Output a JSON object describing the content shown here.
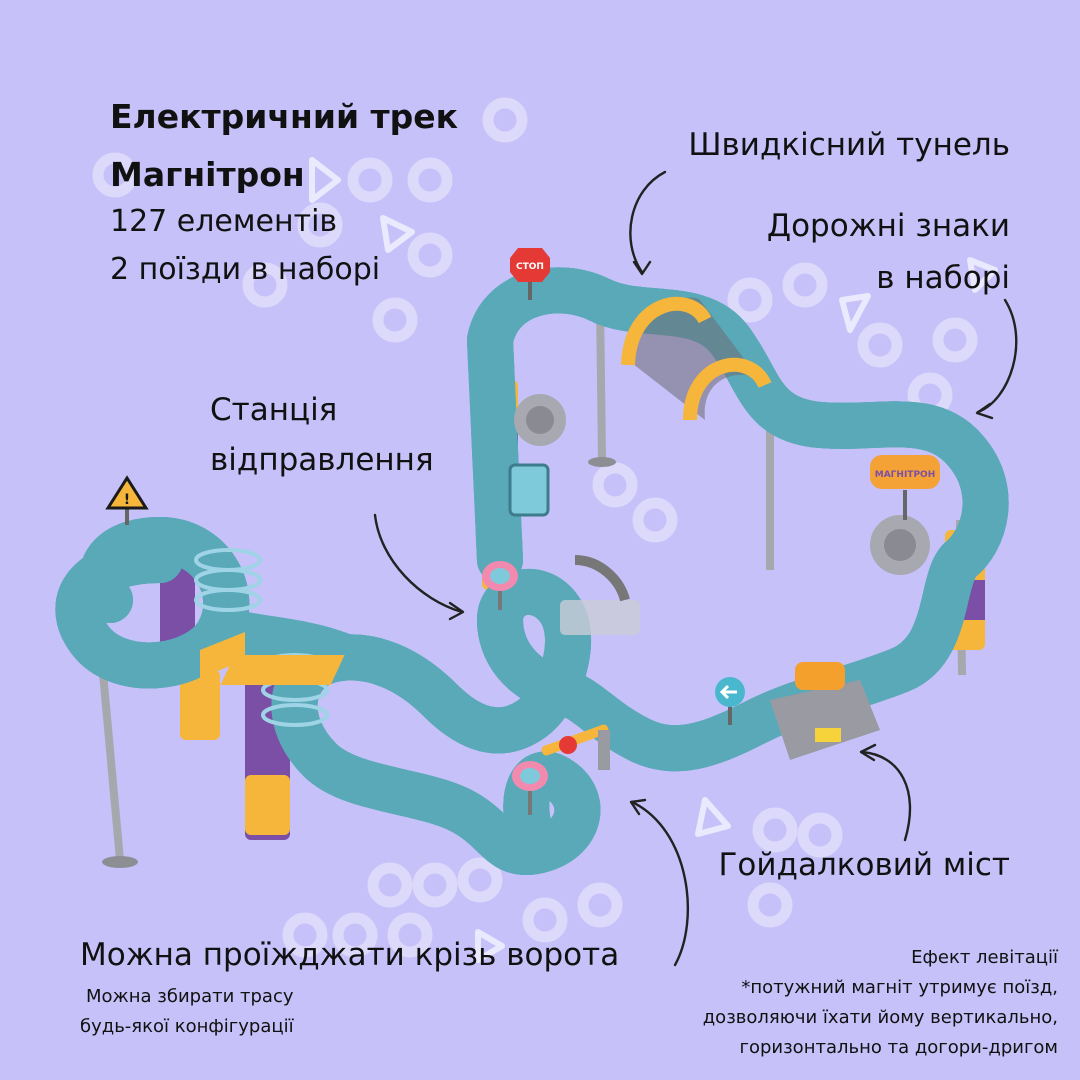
{
  "header": {
    "title_line1": "Електричний трек",
    "title_line2": "Магнітрон",
    "elements_count": "127 елементів",
    "trains": "2 поїзди в наборі"
  },
  "callouts": {
    "tunnel": "Швидкісний тунель",
    "signs_line1": "Дорожні знаки",
    "signs_line2": "в наборі",
    "station_line1": "Станція",
    "station_line2": "відправлення",
    "bridge": "Гойдалковий міст",
    "gates": "Можна проїжджати крізь ворота"
  },
  "notes": {
    "config_line1": "Можна збирати трасу",
    "config_line2": "будь-якої конфігурації",
    "levitation_title": "Ефект левітації",
    "levitation_line1": "*потужний магніт утримує поїзд,",
    "levitation_line2": "дозволяючи їхати йому вертикально,",
    "levitation_line3": "горизонтально та догори-дригом"
  },
  "product_signs": {
    "stop_sign": "СТОП",
    "brand_sign": "МАГНІТРОН"
  },
  "colors": {
    "background": "#c6c1f8",
    "track_teal": "#6fc6d3",
    "track_purple": "#7a4fa5",
    "support_yellow": "#f6b63b",
    "support_gray": "#9c9ca4",
    "decor_white": "#dcd9fb"
  },
  "icons": [
    "warning-sign-icon",
    "stop-sign-icon",
    "arrow-sign-icon",
    "tree-icon",
    "left-arrow-sign-icon"
  ]
}
